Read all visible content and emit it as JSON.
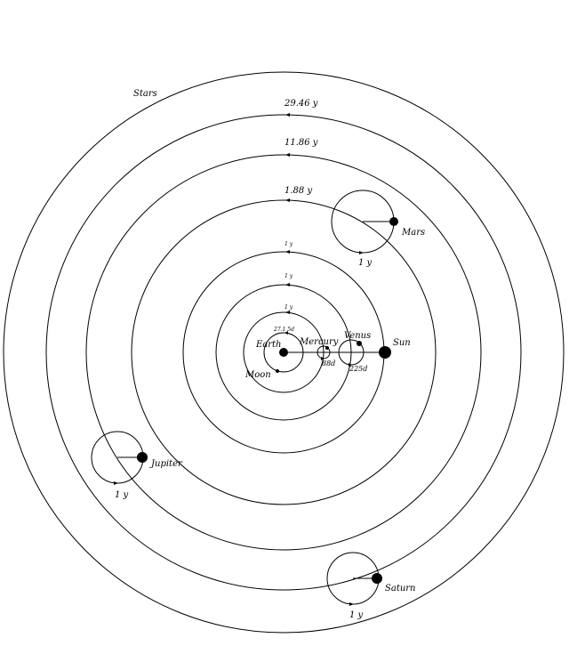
{
  "labels": {
    "stars": "Stars",
    "saturn_period": "29.46 y",
    "jupiter_period": "11.86 y",
    "mars_period": "1.88 y",
    "sun_orbit_period": "1 y",
    "venus_orbit_period": "1 y",
    "mercury_orbit_period": "1 y",
    "moon_period": "27.1 5d",
    "earth": "Earth",
    "moon": "Moon",
    "mercury": "Mercury",
    "mercury_epicycle_period": "88d",
    "venus": "Venus",
    "venus_epicycle_period": "225d",
    "sun": "Sun",
    "mars": "Mars",
    "mars_epicycle_period": "1 y",
    "jupiter": "Jupiter",
    "jupiter_epicycle_period": "1 y",
    "saturn": "Saturn",
    "saturn_epicycle_period": "1 y"
  }
}
